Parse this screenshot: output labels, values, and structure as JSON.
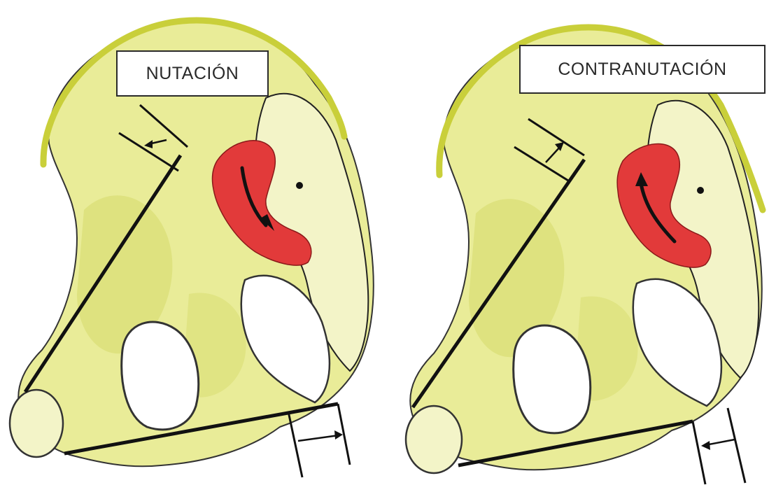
{
  "panels": [
    {
      "label": "NUTACIÓN",
      "motion": "nutation",
      "arrow_direction": "down"
    },
    {
      "label": "CONTRANUTACIÓN",
      "motion": "counter-nutation",
      "arrow_direction": "up"
    }
  ],
  "colors": {
    "bone": "#e9ec98",
    "bone_shade": "#d7dc6e",
    "rim": "#c9cf3a",
    "joint_surface": "#e23a3a",
    "ink": "#111111",
    "background": "#ffffff"
  },
  "icons": [
    "curved-arrow-icon",
    "dimension-arrow-icon"
  ]
}
